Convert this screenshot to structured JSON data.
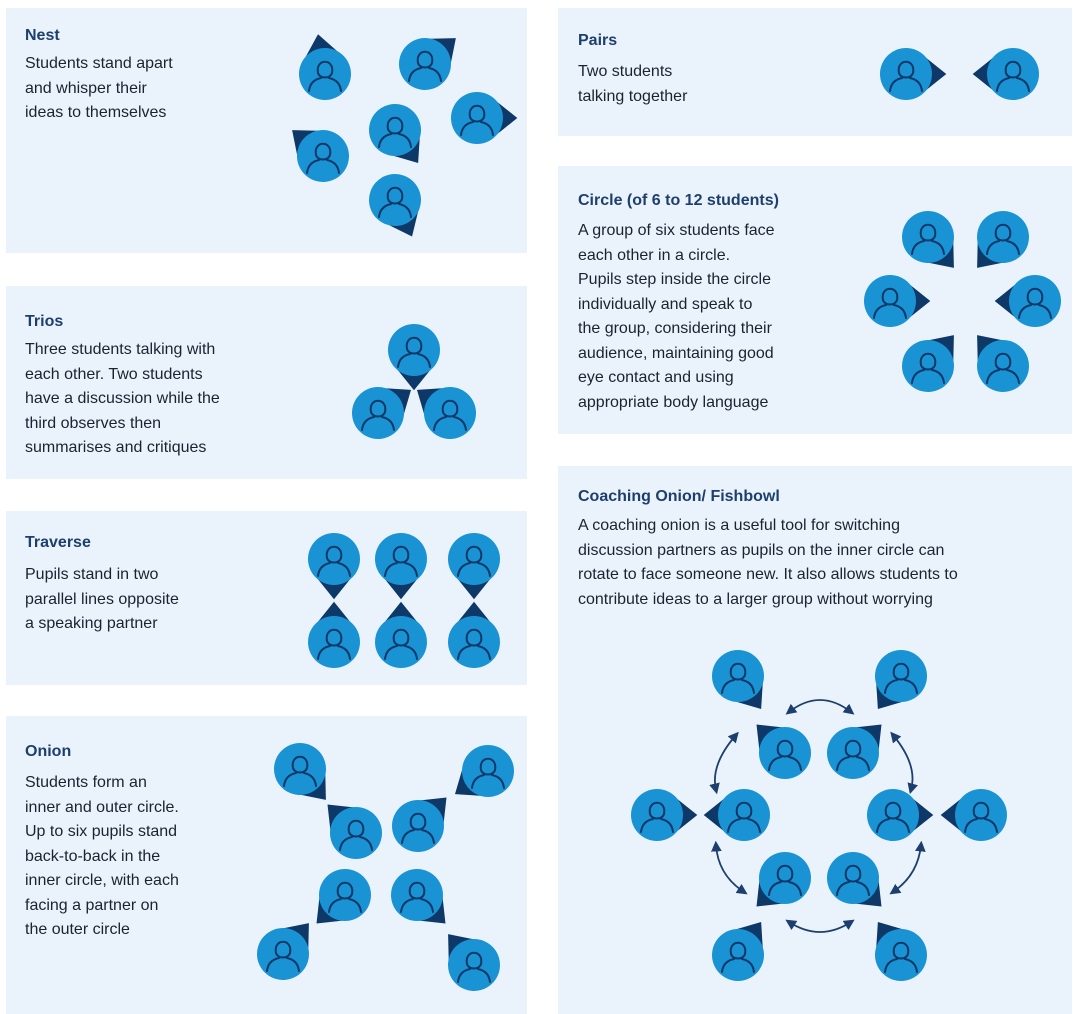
{
  "colors": {
    "card_bg": "#eaf3fb",
    "person_fill": "#1a93d4",
    "pointer_fill": "#0d3868",
    "heading": "#1d3f6e",
    "body_text": "#1b2230",
    "arrow": "#1d3f6e"
  },
  "icons": {
    "person": "person-icon",
    "arrow": "double-headed-curved-arrow-icon"
  },
  "nest": {
    "title": "Nest",
    "lines": [
      "Students stand apart",
      "and whisper their",
      "ideas to themselves"
    ]
  },
  "trios": {
    "title": "Trios",
    "lines": [
      "Three students talking with",
      "each other. Two students",
      "have a discussion while the",
      "third observes then",
      "summarises and critiques"
    ]
  },
  "traverse": {
    "title": "Traverse",
    "lines": [
      "Pupils stand in two",
      "parallel lines opposite",
      "a speaking partner"
    ]
  },
  "onion": {
    "title": "Onion",
    "lines": [
      "Students form an",
      "inner and outer circle.",
      "Up to six pupils stand",
      "back-to-back in the",
      "inner circle, with each",
      "facing a partner on",
      "the outer circle"
    ]
  },
  "pairs": {
    "title": "Pairs",
    "lines": [
      "Two students",
      "talking together"
    ]
  },
  "circle": {
    "title": "Circle (of 6 to 12 students)",
    "lines": [
      "A group of six students face",
      "each other in a circle.",
      "Pupils step inside the circle",
      "individually and speak to",
      "the group, considering their",
      "audience, maintaining good",
      "eye contact and using",
      "appropriate body language"
    ]
  },
  "coaching": {
    "title": "Coaching Onion/ Fishbowl",
    "lines": [
      "A coaching onion is a useful tool for switching",
      "discussion partners as pupils on the inner circle can",
      "rotate to face someone new. It also allows students to",
      "contribute ideas to a larger group without worrying"
    ]
  }
}
